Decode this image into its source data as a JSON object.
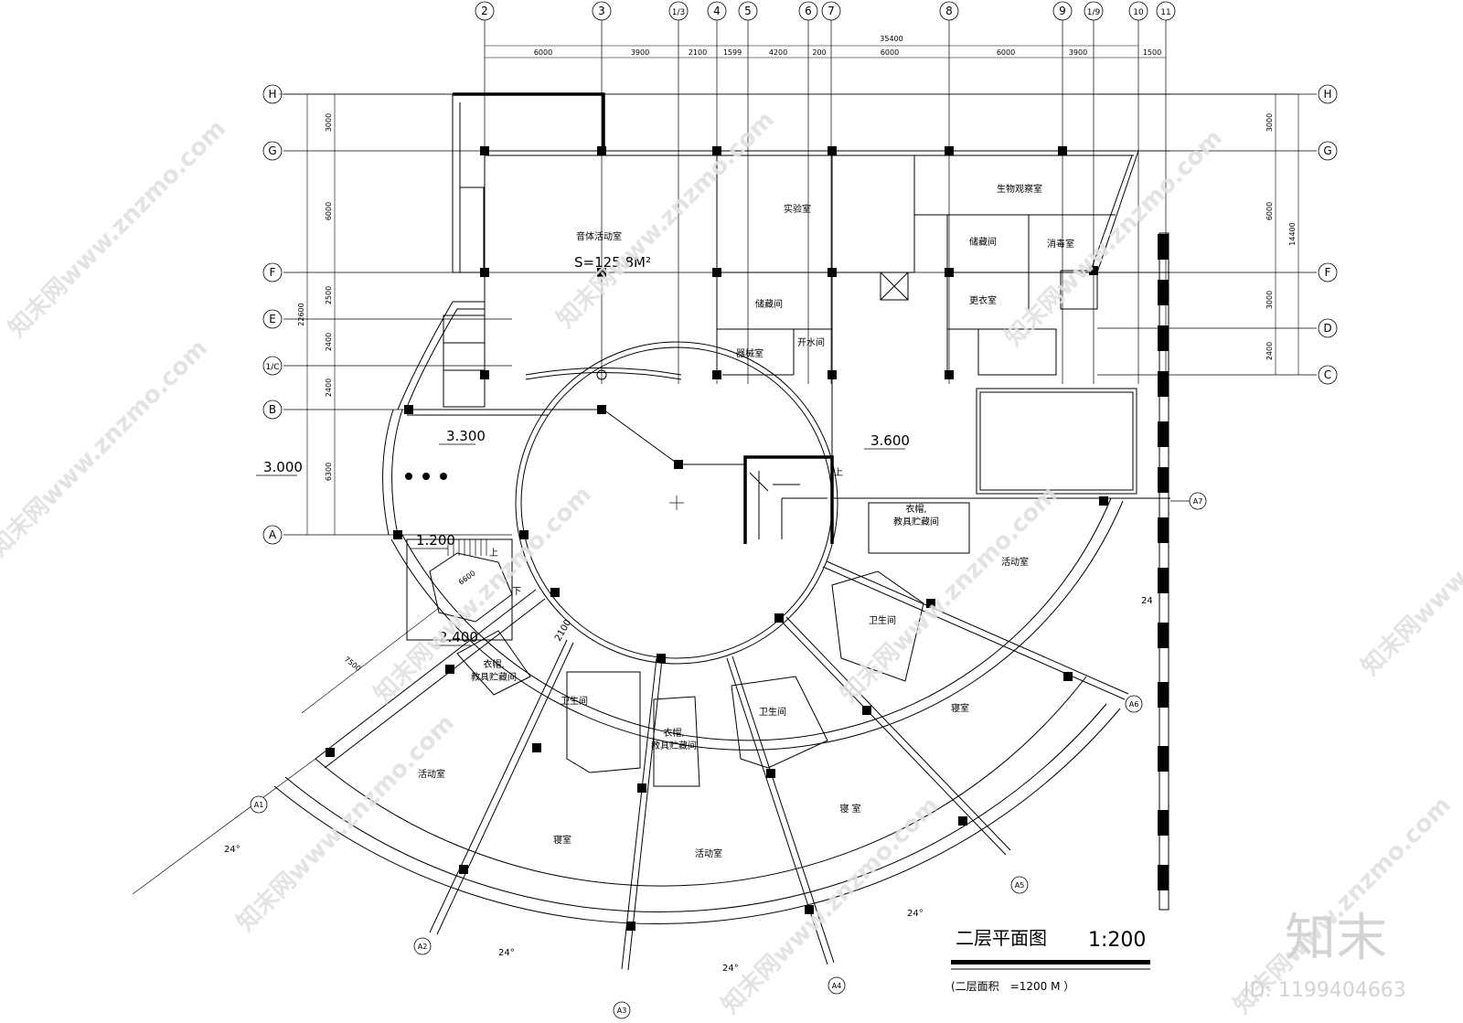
{
  "drawing": {
    "title": "二层平面图",
    "scale": "1:200",
    "area_note": "(二层面积　=1200 M ）",
    "total_width": "35400",
    "total_depth_left": "22600",
    "total_depth_right": "14400"
  },
  "grid_top": [
    "2",
    "3",
    "1/3",
    "4",
    "5",
    "6",
    "7",
    "8",
    "9",
    "1/9",
    "10",
    "11"
  ],
  "grid_left": [
    "H",
    "G",
    "F",
    "E",
    "1/C",
    "B",
    "A"
  ],
  "grid_right": [
    "H",
    "G",
    "F",
    "D",
    "C"
  ],
  "radial_axes": [
    "A1",
    "A2",
    "A3",
    "A4",
    "A5",
    "A6",
    "A7"
  ],
  "dims_top": [
    "6000",
    "3900",
    "2100",
    "1599",
    "4200",
    "200",
    "6000",
    "6000",
    "3900",
    "1500"
  ],
  "dims_left": [
    "3000",
    "6000",
    "2500",
    "2400",
    "2400",
    "6300"
  ],
  "dims_right": [
    "3000",
    "6000",
    "3000",
    "2400"
  ],
  "dims_misc": [
    "6600",
    "7500",
    "2100"
  ],
  "angles": [
    "24°",
    "24°",
    "24°",
    "24°",
    "24"
  ],
  "rooms": {
    "music": "音体活动室",
    "music_area": "S=125.8M²",
    "lab": "实验室",
    "bio": "生物观察室",
    "storage1": "储藏间",
    "storage2": "储藏间",
    "disinfect": "消毒室",
    "changing": "更衣室",
    "equipment": "器械室",
    "boiler": "开水间",
    "closet1": "衣帽,\n教具贮藏间",
    "closet2": "衣帽,\n教具贮藏间",
    "closet3": "衣帽,\n教具贮藏间",
    "activity1": "活动室",
    "activity2": "活动室",
    "activity3": "活动室",
    "bedroom1": "寝室",
    "bedroom2": "寝室",
    "bedroom3": "寝 室",
    "wc1": "卫生间",
    "wc2": "卫生间",
    "wc3": "卫生间"
  },
  "levels": {
    "l3300": "3.300",
    "l3000": "3.000",
    "l3600": "3.600",
    "l1200": "1.200",
    "l2400": "2.400",
    "up1": "上",
    "up2": "上",
    "down1": "下"
  },
  "watermark": {
    "text": "知末网www.znzmo.com",
    "logo": "知末",
    "id": "ID: 1199404663"
  }
}
